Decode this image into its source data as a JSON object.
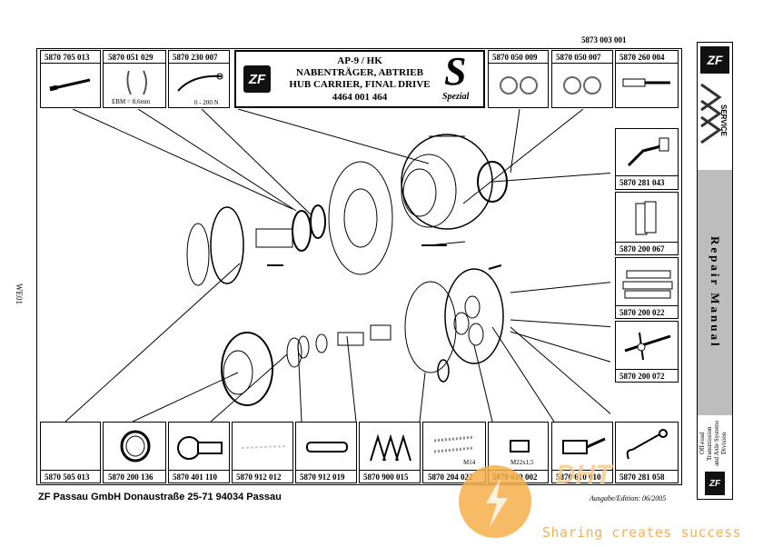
{
  "header": {
    "top_part_number": "5873 003 001",
    "title_line1": "AP-9 /  HK",
    "title_line2": "NABENTRÄGER, ABTRIEB",
    "title_line3": "HUB CARRIER, FINAL DRIVE",
    "title_line4": "4464 001 464",
    "logo_text": "ZF",
    "spezial_s": "S",
    "spezial_label": "Spezial"
  },
  "top_tools": [
    {
      "part": "5870 705 013",
      "note": ""
    },
    {
      "part": "5870 051 029",
      "note": "EBM = 8,6mm"
    },
    {
      "part": "5870 230 007",
      "note": "0 - 200 N"
    },
    {
      "part": "5870 050 009",
      "note": ""
    },
    {
      "part": "5870 050 007",
      "note": ""
    },
    {
      "part": "5870 260 004",
      "note": ""
    }
  ],
  "right_tools": [
    {
      "part": "5870 281 043"
    },
    {
      "part": "5870 200 067"
    },
    {
      "part": "5870 200 022"
    },
    {
      "part": "5870 200 072"
    }
  ],
  "bottom_tools": [
    {
      "part": "5870 505 013",
      "note": ""
    },
    {
      "part": "5870 200 136",
      "note": ""
    },
    {
      "part": "5870 401 110",
      "note": ""
    },
    {
      "part": "5870 912 012",
      "note": ""
    },
    {
      "part": "5870 912 019",
      "note": ""
    },
    {
      "part": "5870 900 015",
      "note": ""
    },
    {
      "part": "5870 204 022",
      "note": "M14"
    },
    {
      "part": "5870 610 002",
      "note": "M22x1,5"
    },
    {
      "part": "5870 610 010",
      "note": ""
    },
    {
      "part": "5870 281 058",
      "note": ""
    }
  ],
  "sidebar": {
    "logo_text": "ZF",
    "service_text": "SERVICE",
    "repair_manual": "Repair Manual",
    "division_line1": "Off-road Transmission",
    "division_line2": "and Axle Systems",
    "division_line3": "Division",
    "bottom_logo": "ZF"
  },
  "side_code": "WE01",
  "footer": {
    "company": "ZF  Passau GmbH Donaustraße 25-71  94034 Passau",
    "edition": "Ausgabe/Edition: 06/2005"
  },
  "watermark": {
    "brand": "DHT",
    "slogan": "Sharing creates success"
  }
}
